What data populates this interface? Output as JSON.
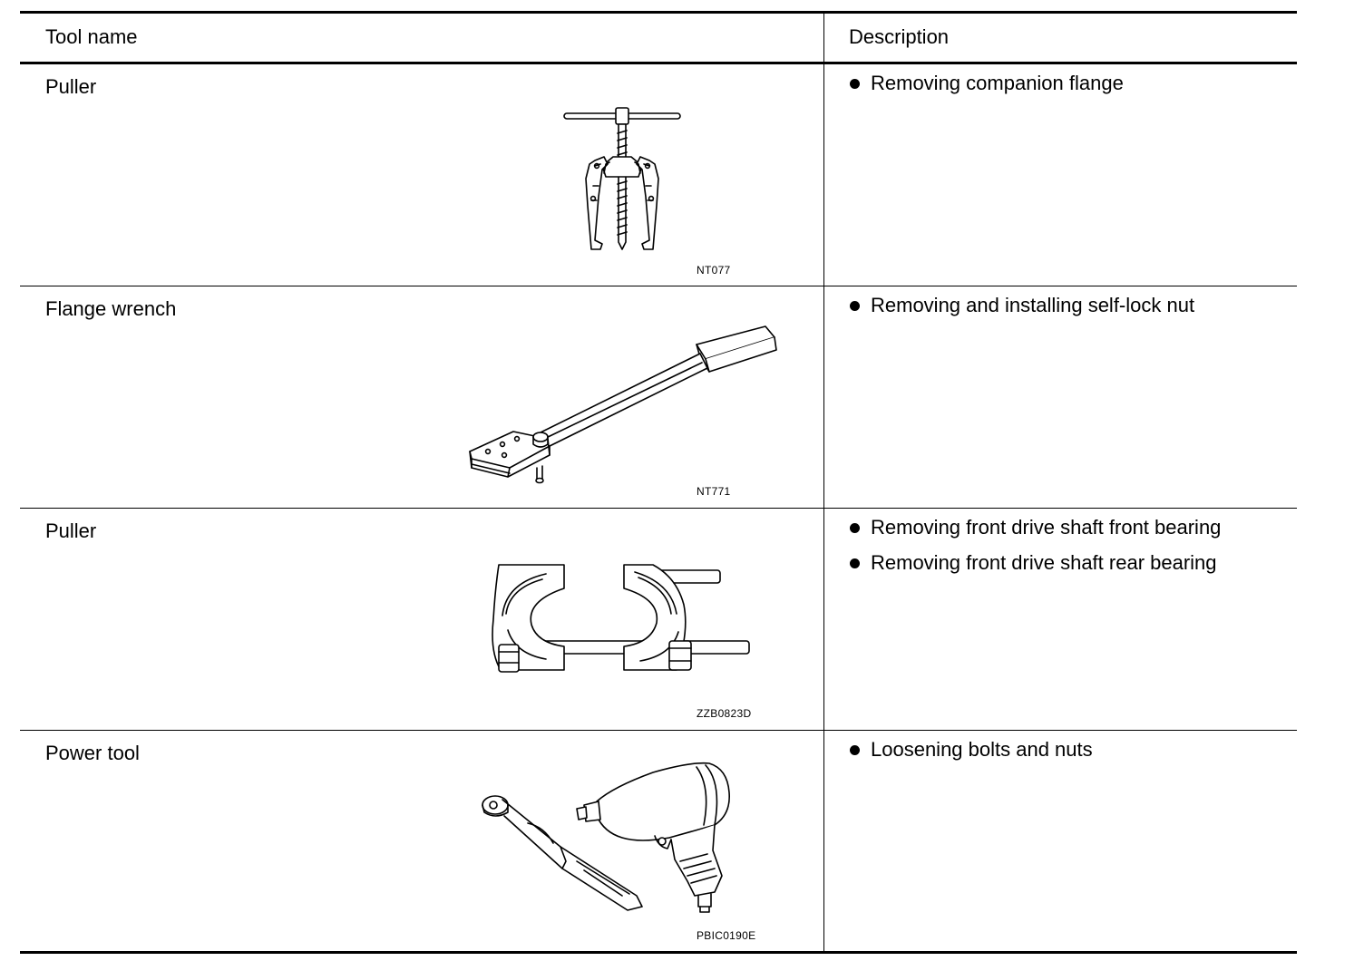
{
  "table": {
    "header": {
      "tool_name": "Tool name",
      "description": "Description"
    },
    "rows": [
      {
        "tool_name": "Puller",
        "figure_code": "NT077",
        "icon": "three-jaw-puller-icon",
        "descriptions": [
          "Removing companion flange"
        ]
      },
      {
        "tool_name": "Flange wrench",
        "figure_code": "NT771",
        "icon": "flange-wrench-icon",
        "descriptions": [
          "Removing and installing self-lock nut"
        ]
      },
      {
        "tool_name": "Puller",
        "figure_code": "ZZB0823D",
        "icon": "bearing-separator-puller-icon",
        "descriptions": [
          "Removing front drive shaft front bearing",
          "Removing front drive shaft rear bearing"
        ]
      },
      {
        "tool_name": "Power tool",
        "figure_code": "PBIC0190E",
        "icon": "air-impact-wrench-and-ratchet-icon",
        "descriptions": [
          "Loosening bolts and nuts"
        ]
      }
    ]
  }
}
